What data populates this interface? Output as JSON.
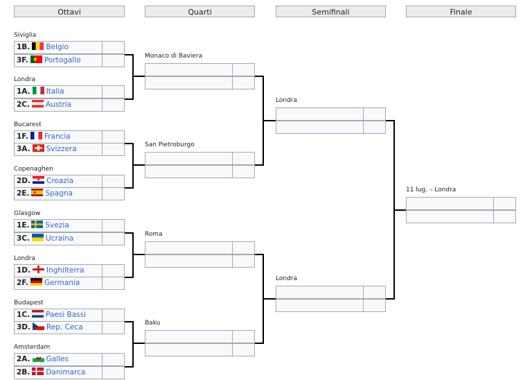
{
  "headers": {
    "round16": "Ottavi",
    "quarters": "Quarti",
    "semis": "Semifinali",
    "final": "Finale"
  },
  "round16": [
    {
      "venue": "Siviglia",
      "teams": [
        {
          "seed": "1B.",
          "name": "Belgio",
          "flag": "belgium-flag-icon"
        },
        {
          "seed": "3F.",
          "name": "Portogallo",
          "flag": "portugal-flag-icon"
        }
      ]
    },
    {
      "venue": "Londra",
      "teams": [
        {
          "seed": "1A.",
          "name": "Italia",
          "flag": "italy-flag-icon"
        },
        {
          "seed": "2C.",
          "name": "Austria",
          "flag": "austria-flag-icon"
        }
      ]
    },
    {
      "venue": "Bucarest",
      "teams": [
        {
          "seed": "1F.",
          "name": "Francia",
          "flag": "france-flag-icon"
        },
        {
          "seed": "3A.",
          "name": "Svizzera",
          "flag": "switzerland-flag-icon"
        }
      ]
    },
    {
      "venue": "Copenaghen",
      "teams": [
        {
          "seed": "2D.",
          "name": "Croazia",
          "flag": "croatia-flag-icon"
        },
        {
          "seed": "2E.",
          "name": "Spagna",
          "flag": "spain-flag-icon"
        }
      ]
    },
    {
      "venue": "Glasgow",
      "teams": [
        {
          "seed": "1E.",
          "name": "Svezia",
          "flag": "sweden-flag-icon"
        },
        {
          "seed": "3C.",
          "name": "Ucraina",
          "flag": "ukraine-flag-icon"
        }
      ]
    },
    {
      "venue": "Londra",
      "teams": [
        {
          "seed": "1D.",
          "name": "Inghilterra",
          "flag": "england-flag-icon"
        },
        {
          "seed": "2F.",
          "name": "Germania",
          "flag": "germany-flag-icon"
        }
      ]
    },
    {
      "venue": "Budapest",
      "teams": [
        {
          "seed": "1C.",
          "name": "Paesi Bassi",
          "flag": "netherlands-flag-icon"
        },
        {
          "seed": "3D.",
          "name": "Rep. Ceca",
          "flag": "czechia-flag-icon"
        }
      ]
    },
    {
      "venue": "Amsterdam",
      "teams": [
        {
          "seed": "2A.",
          "name": "Galles",
          "flag": "wales-flag-icon"
        },
        {
          "seed": "2B.",
          "name": "Danimarca",
          "flag": "denmark-flag-icon"
        }
      ]
    }
  ],
  "quarters": [
    {
      "venue": "Monaco di Baviera"
    },
    {
      "venue": "San Pietroburgo"
    },
    {
      "venue": "Roma"
    },
    {
      "venue": "Baku"
    }
  ],
  "semis": [
    {
      "venue": "Londra"
    },
    {
      "venue": "Londra"
    }
  ],
  "final": {
    "venue": "11 lug. – Londra"
  }
}
